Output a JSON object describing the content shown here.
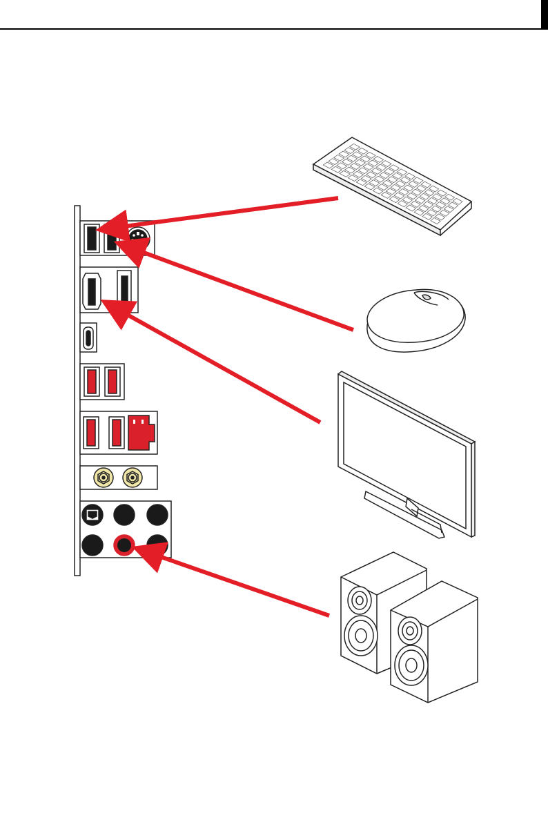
{
  "title": "",
  "colors": {
    "arrow": "#E31E26",
    "port_red": "#D9202B",
    "port_dark": "#1A1A1A",
    "antenna_gold": "#F0E6A8",
    "outline": "#222222"
  },
  "devices": [
    {
      "name": "keyboard",
      "icon": "keyboard-icon",
      "target_port": "usb-port-top-left"
    },
    {
      "name": "mouse",
      "icon": "mouse-icon",
      "target_port": "usb-port-top-right"
    },
    {
      "name": "monitor",
      "icon": "monitor-icon",
      "target_port": "hdmi-port"
    },
    {
      "name": "speakers",
      "icon": "speakers-icon",
      "target_port": "audio-line-out-jack"
    }
  ],
  "io_panel": {
    "groups": [
      "usb-ps2",
      "hdmi-displayport",
      "usb-type-c",
      "usb-pair",
      "usb-lan",
      "wifi-antenna",
      "audio"
    ]
  }
}
